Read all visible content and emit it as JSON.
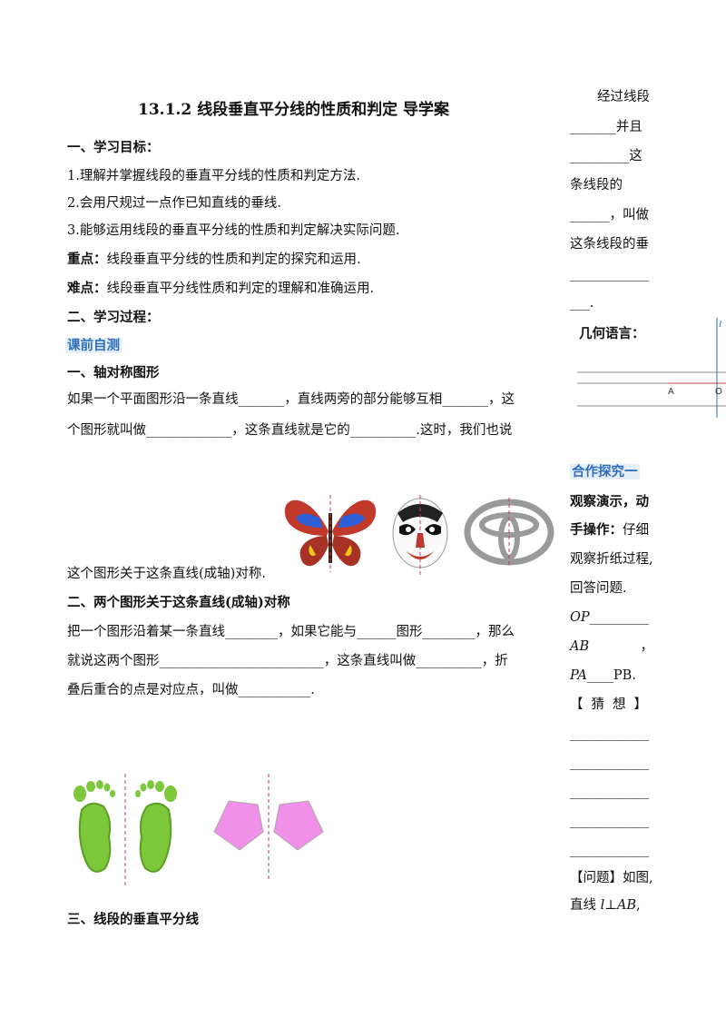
{
  "title": "13.1.2 线段垂直平分线的性质和判定 导学案",
  "main": {
    "sec1_heading": "一、学习目标：",
    "goal1": "1.理解并掌握线段的垂直平分线的性质和判定方法.",
    "goal2": "2.会用尺规过一点作已知直线的垂线.",
    "goal3": "3.能够运用线段的垂直平分线的性质和判定解决实际问题.",
    "key_label": "重点：",
    "key_text": "线段垂直平分线的性质和判定的探究和运用.",
    "diff_label": "难点：",
    "diff_text": "线段垂直平分线性质和判定的理解和准确运用.",
    "sec2_heading": "二、学习过程：",
    "preclass": "课前自测",
    "axis_heading": "一、轴对称图形",
    "axis_p1": "如果一个平面图形沿一条直线_______，直线两旁的部分能够互相_______，这",
    "axis_p2": "个图形就叫做_____________，这条直线就是它的__________.这时，我们也说",
    "axis_p3": "这个图形关于这条直线(成轴)对称.",
    "two_heading": "二、两个图形关于这条直线(成轴)对称",
    "two_p1": "把一个图形沿着某一条直线________，如果它能与______图形________，那么",
    "two_p2": "就说这两个图形_________________________，这条直线叫做__________，折",
    "two_p3": "叠后重合的点是对应点，叫做___________.",
    "sec3_heading": "三、线段的垂直平分线"
  },
  "side": {
    "s1": "经过线段",
    "s2": "_______并且",
    "s3": "_________这",
    "s4": "条线段的",
    "s5": "______，叫做",
    "s6": "这条线段的垂",
    "s7": "____________",
    "s8": "___.",
    "geo_label": "几何语言：",
    "fig_l": "l",
    "fig_a": "A",
    "fig_o": "O",
    "coop": "合作探究一",
    "obs1": "观察演示，动",
    "obs2": "手操作：",
    "obs2b": "仔细",
    "obs3": "观察折纸过程,",
    "obs4": "回答问题.",
    "op": "OP",
    "op_blank": "_________",
    "ab": "AB",
    "ab_tail": "，",
    "pa": "PA",
    "pa_blank": "____",
    "pb": "PB.",
    "guess": "【猜想】",
    "blank": "____________",
    "q1": "【问题】如图,",
    "q2a": "直线 ",
    "q2b": "l",
    "q2c": "⊥",
    "q2d": "AB",
    "q2e": ","
  },
  "colors": {
    "heading_blue": "#2f6fba",
    "dashed_axis": "#c0307a",
    "foot_green": "#7cc83a",
    "pentagon_pink": "#f090e8"
  },
  "images": [
    "butterfly-image",
    "opera-mask-image",
    "toyota-logo-image",
    "footprints-image",
    "pentagons-image"
  ]
}
